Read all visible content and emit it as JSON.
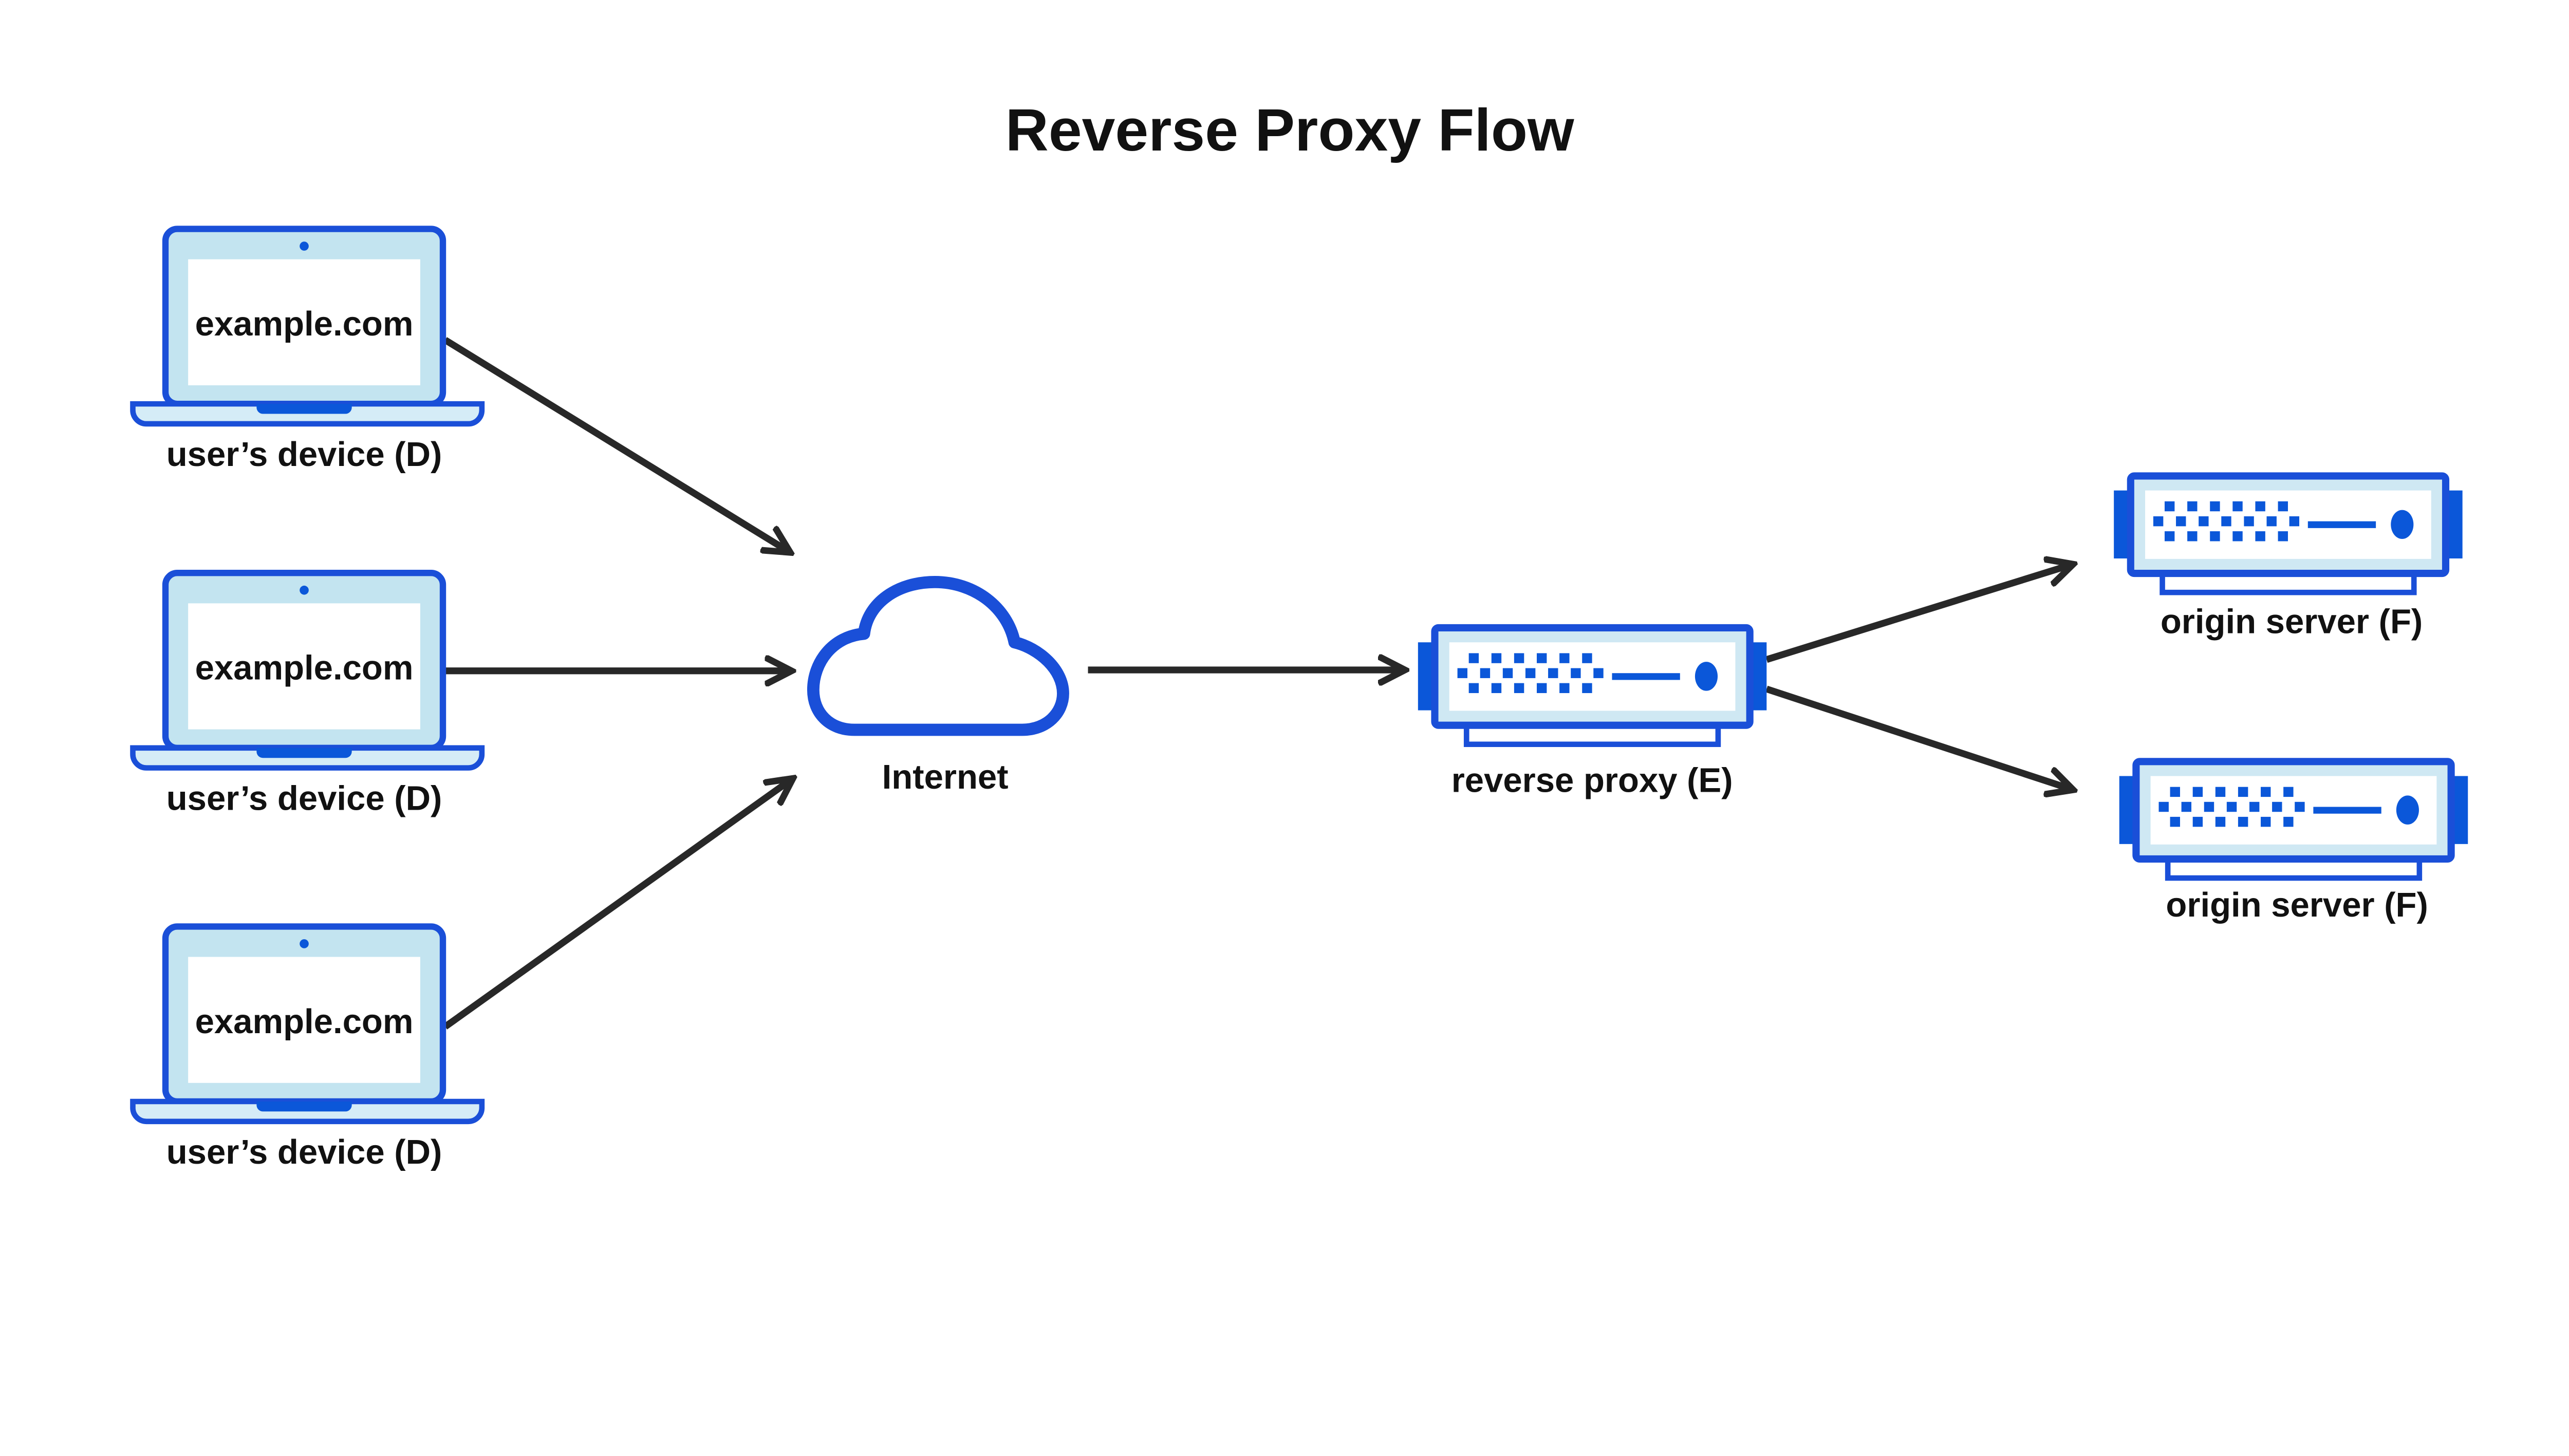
{
  "title": "Reverse Proxy Flow",
  "colors": {
    "outline": "#1a4fd8",
    "accent": "#0b57d9",
    "laptop_bezel": "#c3e4f0",
    "laptop_base": "#d5ecf7",
    "server_bezel": "#cfe8f3",
    "arrow": "#282828",
    "text": "#111111",
    "background": "#ffffff"
  },
  "nodes": {
    "devices": [
      {
        "screen_text": "example.com",
        "label": "user’s device (D)"
      },
      {
        "screen_text": "example.com",
        "label": "user’s device (D)"
      },
      {
        "screen_text": "example.com",
        "label": "user’s device (D)"
      }
    ],
    "internet": {
      "label": "Internet"
    },
    "reverse_proxy": {
      "label": "reverse proxy (E)"
    },
    "origin_servers": [
      {
        "label": "origin server (F)"
      },
      {
        "label": "origin server (F)"
      }
    ]
  },
  "icons": {
    "device": "laptop-icon",
    "internet": "cloud-icon",
    "reverse_proxy": "server-icon",
    "origin_server": "server-icon"
  },
  "connections": [
    {
      "from": "user’s device (D) 1",
      "to": "Internet"
    },
    {
      "from": "user’s device (D) 2",
      "to": "Internet"
    },
    {
      "from": "user’s device (D) 3",
      "to": "Internet"
    },
    {
      "from": "Internet",
      "to": "reverse proxy (E)"
    },
    {
      "from": "reverse proxy (E)",
      "to": "origin server (F) 1"
    },
    {
      "from": "reverse proxy (E)",
      "to": "origin server (F) 2"
    }
  ]
}
